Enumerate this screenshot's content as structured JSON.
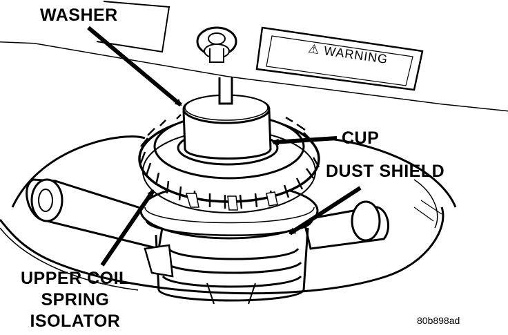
{
  "labels": {
    "washer": "WASHER",
    "cup": "CUP",
    "dust_shield": "DUST SHIELD",
    "isolator_line1": "UPPER COIL",
    "isolator_line2": "SPRING",
    "isolator_line3": "ISOLATOR"
  },
  "warning_label": "⚠ WARNING",
  "figure_code": "80b898ad"
}
